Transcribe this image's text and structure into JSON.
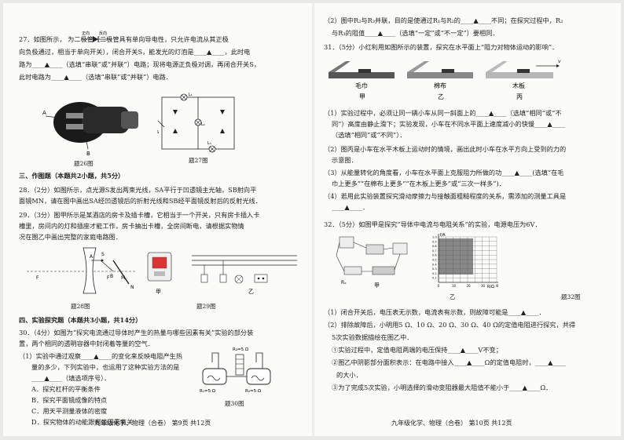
{
  "left_page": {
    "q27": {
      "l1": "27．如图所示，      为二极管（二极管具有单向导电性，只允许电流从其正极",
      "l2": "向负极通过，相当于单向开关），闭合开关S，能发光的灯泡是____▲____，此时电",
      "l3": "路为____▲____（选填“串联”或“并联”）电路；现将电源正负极对调，再闭合开关S，",
      "l4": "此时电路为____▲____（选填“串联”或“并联”）电路．",
      "diode_note_forward": "正向",
      "diode_note_reverse": "反向",
      "fig26_A": "A",
      "fig26_B": "B",
      "fig26_caption": "题26图",
      "fig27_caption": "题27图",
      "fig27_L1": "L₁",
      "fig27_L2": "L₂",
      "fig27_L3": "L₃",
      "fig27_S": "S"
    },
    "section3": "三、作图题（本题共2小题，共5分）",
    "q28": {
      "l1": "28．（2分）如图所示，点光源S发出两束光线，SA平行于凹透镜主光轴，SB射向平",
      "l2": "面镜MN，请在图中画出SA经凹透镜后的折射光线和SB经平面镜反射后的反射光线．"
    },
    "q29": {
      "l1": "29．（3分）图甲所示是某酒店的房卡及插卡槽，它相当于一个开关，只有房卡插入卡",
      "l2": "槽里，房间内的灯和插座才能工作，房卡抽出卡槽，全房间断电，请根据实物情",
      "l3": "况在图乙中画出完整的家庭电路图．"
    },
    "fig28": {
      "caption": "题28图",
      "S": "S",
      "A": "A",
      "B": "B",
      "F1": "F",
      "F2": "F",
      "M": "M",
      "N": "N"
    },
    "fig29": {
      "caption": "题29图",
      "jia": "甲",
      "yi": "乙"
    },
    "section4": "四、实验探究题（本题共3小题，共14分）",
    "q30": {
      "l1": "30．（4分）如图为“探究电流通过导体时产生的热量与哪些因素有关”实验的部分装",
      "l2": "置，两个相同的透明容器中封闭着等量的空气．",
      "l3": "（1）实验中通过观察____▲____的变化来反映电阻产生热",
      "l4": "量的多少，下列实验中，也运用了这种实验方法的是",
      "l5": "____▲____（填选项序号）．",
      "optA": "A．探究杠杆的平衡条件",
      "optB": "B．探究平面镜成像的特点",
      "optC": "C．用天平测量液体的密度",
      "optD": "D．探究物体的动能跟哪些因素有关",
      "fig_R1": "R₁=5 Ω",
      "fig_R2": "R₂=5 Ω",
      "fig_R3": "R₃=5 Ω",
      "caption": "题30图"
    },
    "footer": "九年级化学、物理（合卷）  第9页  共12页"
  },
  "right_page": {
    "q30_2": {
      "l1": "（2）图中R₂与R₃并联，目的是使通过R₁与R₂的____▲____不同；在探究过程中，R₂",
      "l2": "与R₃的阻值____▲____（选填“一定”或“不一定”）要相同．"
    },
    "q31": {
      "l1": "31．（5分）小红利用如图所示的装置，探究在水平面上“阻力对物体运动的影响”．",
      "surface1": "毛巾",
      "surface2": "棉布",
      "surface3": "木板",
      "label1": "甲",
      "label2": "乙",
      "label3": "丙",
      "v_label": "v",
      "p1a": "（1）实验过程中，必须让同一辆小车从同一斜面上的____▲____（选填“相同”或“不",
      "p1b": "同”）高度由静止滑下；实验发现，小车在不同水平面上速度减小的快慢____▲____",
      "p1c": "（选填“相同”或“不同”）．",
      "p2a": "（2）图丙是小车在水平木板上运动时的情境，画出此时小车在水平方向上受到的力的",
      "p2b": "示意图．",
      "p3a": "（3）从能量转化的角度看，小车在水平面上克服阻力所做的功____▲____(选填“在毛",
      "p3b": "巾上更多”“在棉布上更多”“在木板上更多”或“三次一样多”)．",
      "p4a": "（4）若用此实验装置探究滑动摩擦力与接触面粗糙程度的关系，需添加的测量工具是",
      "p4b": "____▲____．"
    },
    "q32": {
      "l1": "32．（5分）如图甲是探究“导体中电流与电阻关系”的实验，电源电压为6V．",
      "graph_ylabel": "I/A",
      "graph_xlabel": "R/Ω",
      "yticks": [
        "0.1",
        "0.2",
        "0.3",
        "0.4",
        "0.5",
        "0.6",
        "0.7",
        "0.8",
        "0.9",
        "1.0"
      ],
      "xticks": [
        "0",
        "10",
        "20",
        "30",
        "40"
      ],
      "fig_jia": "甲",
      "fig_yi": "乙",
      "fig_Rx": "Rₓ",
      "caption": "题32图",
      "p1": "（1）闭合开关后，电压表无示数，电流表有示数，则故障可能是____▲____．",
      "p2a": "（2）排除故障后，小明用5 Ω、10 Ω、20 Ω、30 Ω、40 Ω的定值电阻进行探究，共得",
      "p2b": "5次实验数据描绘在图乙中．",
      "s1": "①实验过程中，定值电阻两端的电压保持____▲____V不变；",
      "s2a": "②图乙中阴影部分面积表示：在电路中接入____▲____Ω的定值电阻时，____▲____",
      "s2b": "的大小．",
      "s3": "③为了完成5次实验，小明选择的滑动变阻器最大阻值不能小于____▲____Ω．"
    },
    "footer": "九年级化学、物理（合卷）  第10页  共12页"
  }
}
